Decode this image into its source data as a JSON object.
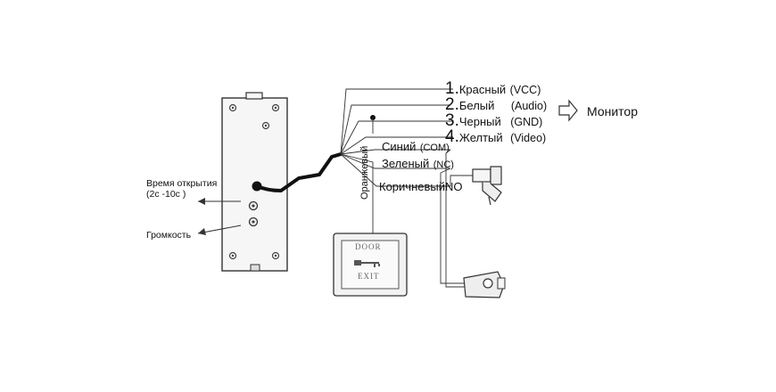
{
  "wires": [
    {
      "number": "1.",
      "color": "Красный",
      "signal": "(VCC)"
    },
    {
      "number": "2.",
      "color": "Белый",
      "signal": "(Audio)"
    },
    {
      "number": "3.",
      "color": "Черный",
      "signal": "(GND)"
    },
    {
      "number": "4.",
      "color": "Желтый",
      "signal": "(Video)"
    }
  ],
  "monitor_label": "Монитор",
  "lock_wires": {
    "blue": "Синий",
    "blue_tag": "(COM)",
    "green": "Зеленый",
    "green_tag": "(NC)",
    "brown": "Коричневый",
    "brown_tag": "NO",
    "orange": "Оранжевый"
  },
  "panel_notes": {
    "open_time_line1": "Время открытия",
    "open_time_line2": "(2с -10с )",
    "volume": "Громкость"
  },
  "exit_button": {
    "top": "DOOR",
    "bottom": "EXIT"
  }
}
